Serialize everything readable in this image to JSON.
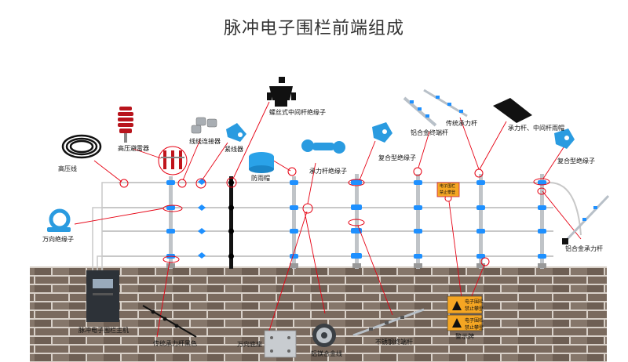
{
  "title": "脉冲电子围栏前端组成",
  "labels": {
    "cable": "高压线",
    "arrester": "高压避雷器",
    "wire_connector": "线线连接器",
    "tensioner": "紧线器",
    "screw_insulator": "螺丝式中间杆绝缘子",
    "rain_cap": "防雨帽",
    "tension_insulator": "承力杆绝缘子",
    "composite_insulator_1": "复合型绝缘子",
    "alu_terminal_pole": "铝合金终端杆",
    "traditional_pole": "传统承力杆",
    "pole_cap": "承力杆、中间杆雨帽",
    "composite_insulator_2": "复合型绝缘子",
    "swivel_insulator": "万向绝缘子",
    "alu_tension_pole": "铝合金承力杆",
    "host": "脉冲电子围栏主机",
    "traditional_pole_black": "传统承力杆黑色",
    "swivel_base": "万向底座",
    "alloy_wire": "铝镁合金线",
    "steel_terminal_pole": "不锈钢终端杆",
    "warning_sign": "警示牌"
  },
  "sign_text": {
    "line1": "电子围栏",
    "line2": "禁止攀登"
  },
  "colors": {
    "wire": "#c8c8c8",
    "insulator_blue": "#1e90ff",
    "pointer_red": "#e60012",
    "wall_mortar": "#d8d0c8",
    "wall_brick": "#7a6a5e",
    "sign_yellow": "#f5a623"
  }
}
